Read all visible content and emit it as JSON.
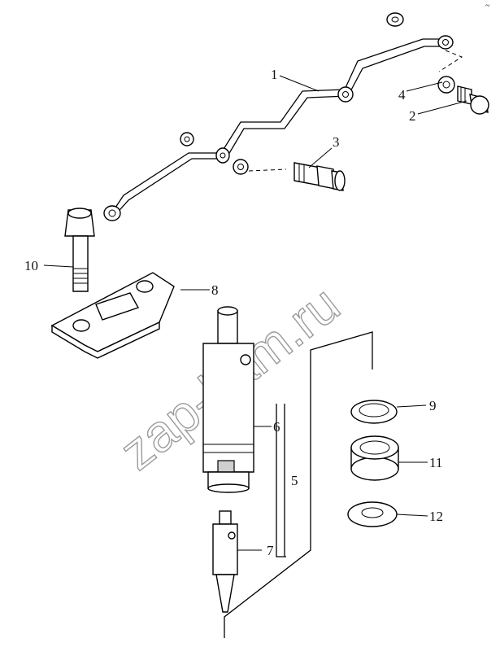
{
  "diagram": {
    "corner_mark": "~",
    "watermark": "zap-kam.ru",
    "callouts": {
      "c1": "1",
      "c2": "2",
      "c3": "3",
      "c4": "4",
      "c5": "5",
      "c6": "6",
      "c7": "7",
      "c8": "8",
      "c9": "9",
      "c10": "10",
      "c11": "11",
      "c12": "12"
    },
    "parts": [
      "fuel-pipe",
      "banjo-bolt",
      "union-fitting",
      "sealing-washer",
      "injector-assembly",
      "injector-body",
      "nozzle",
      "clamp-plate",
      "seal-ring",
      "bolt",
      "sleeve",
      "copper-washer"
    ]
  }
}
